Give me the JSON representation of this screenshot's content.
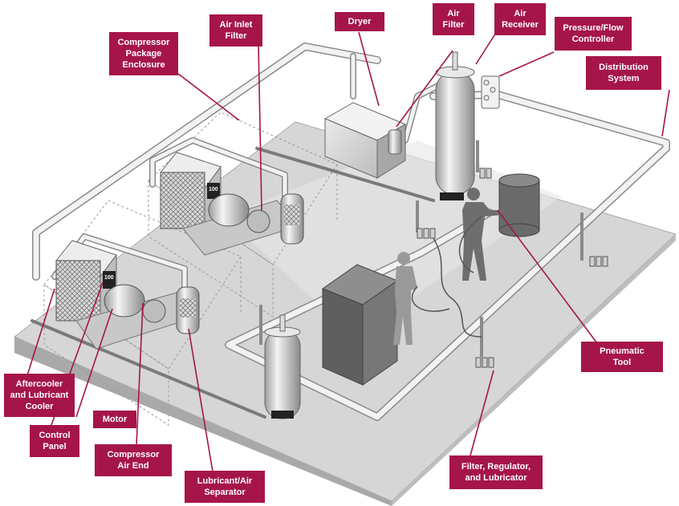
{
  "labels": {
    "air_inlet_filter": "Air Inlet\nFilter",
    "dryer": "Dryer",
    "air_filter": "Air\nFilter",
    "air_receiver": "Air\nReceiver",
    "pressure_flow_controller": "Pressure/Flow\nController",
    "compressor_package_enclosure": "Compressor\nPackage\nEnclosure",
    "distribution_system": "Distribution\nSystem",
    "pneumatic_tool": "Pneumatic\nTool",
    "aftercooler": "Aftercooler\nand Lubricant\nCooler",
    "motor": "Motor",
    "control_panel": "Control\nPanel",
    "compressor_air_end": "Compressor\nAir End",
    "lubricant_air_separator": "Lubricant/Air\nSeparator",
    "filter_regulator_lubricator": "Filter, Regulator,\nand Lubricator"
  },
  "panel_readout_1": "100",
  "panel_readout_2": "100",
  "colors": {
    "callout": "#a5154a",
    "floor": "#d6d6d6",
    "floor_edge": "#a9a9a9",
    "pipe": "#f2f2f2",
    "pipe_edge": "#8a8a8a",
    "silhouette": "#6e6e6e"
  }
}
